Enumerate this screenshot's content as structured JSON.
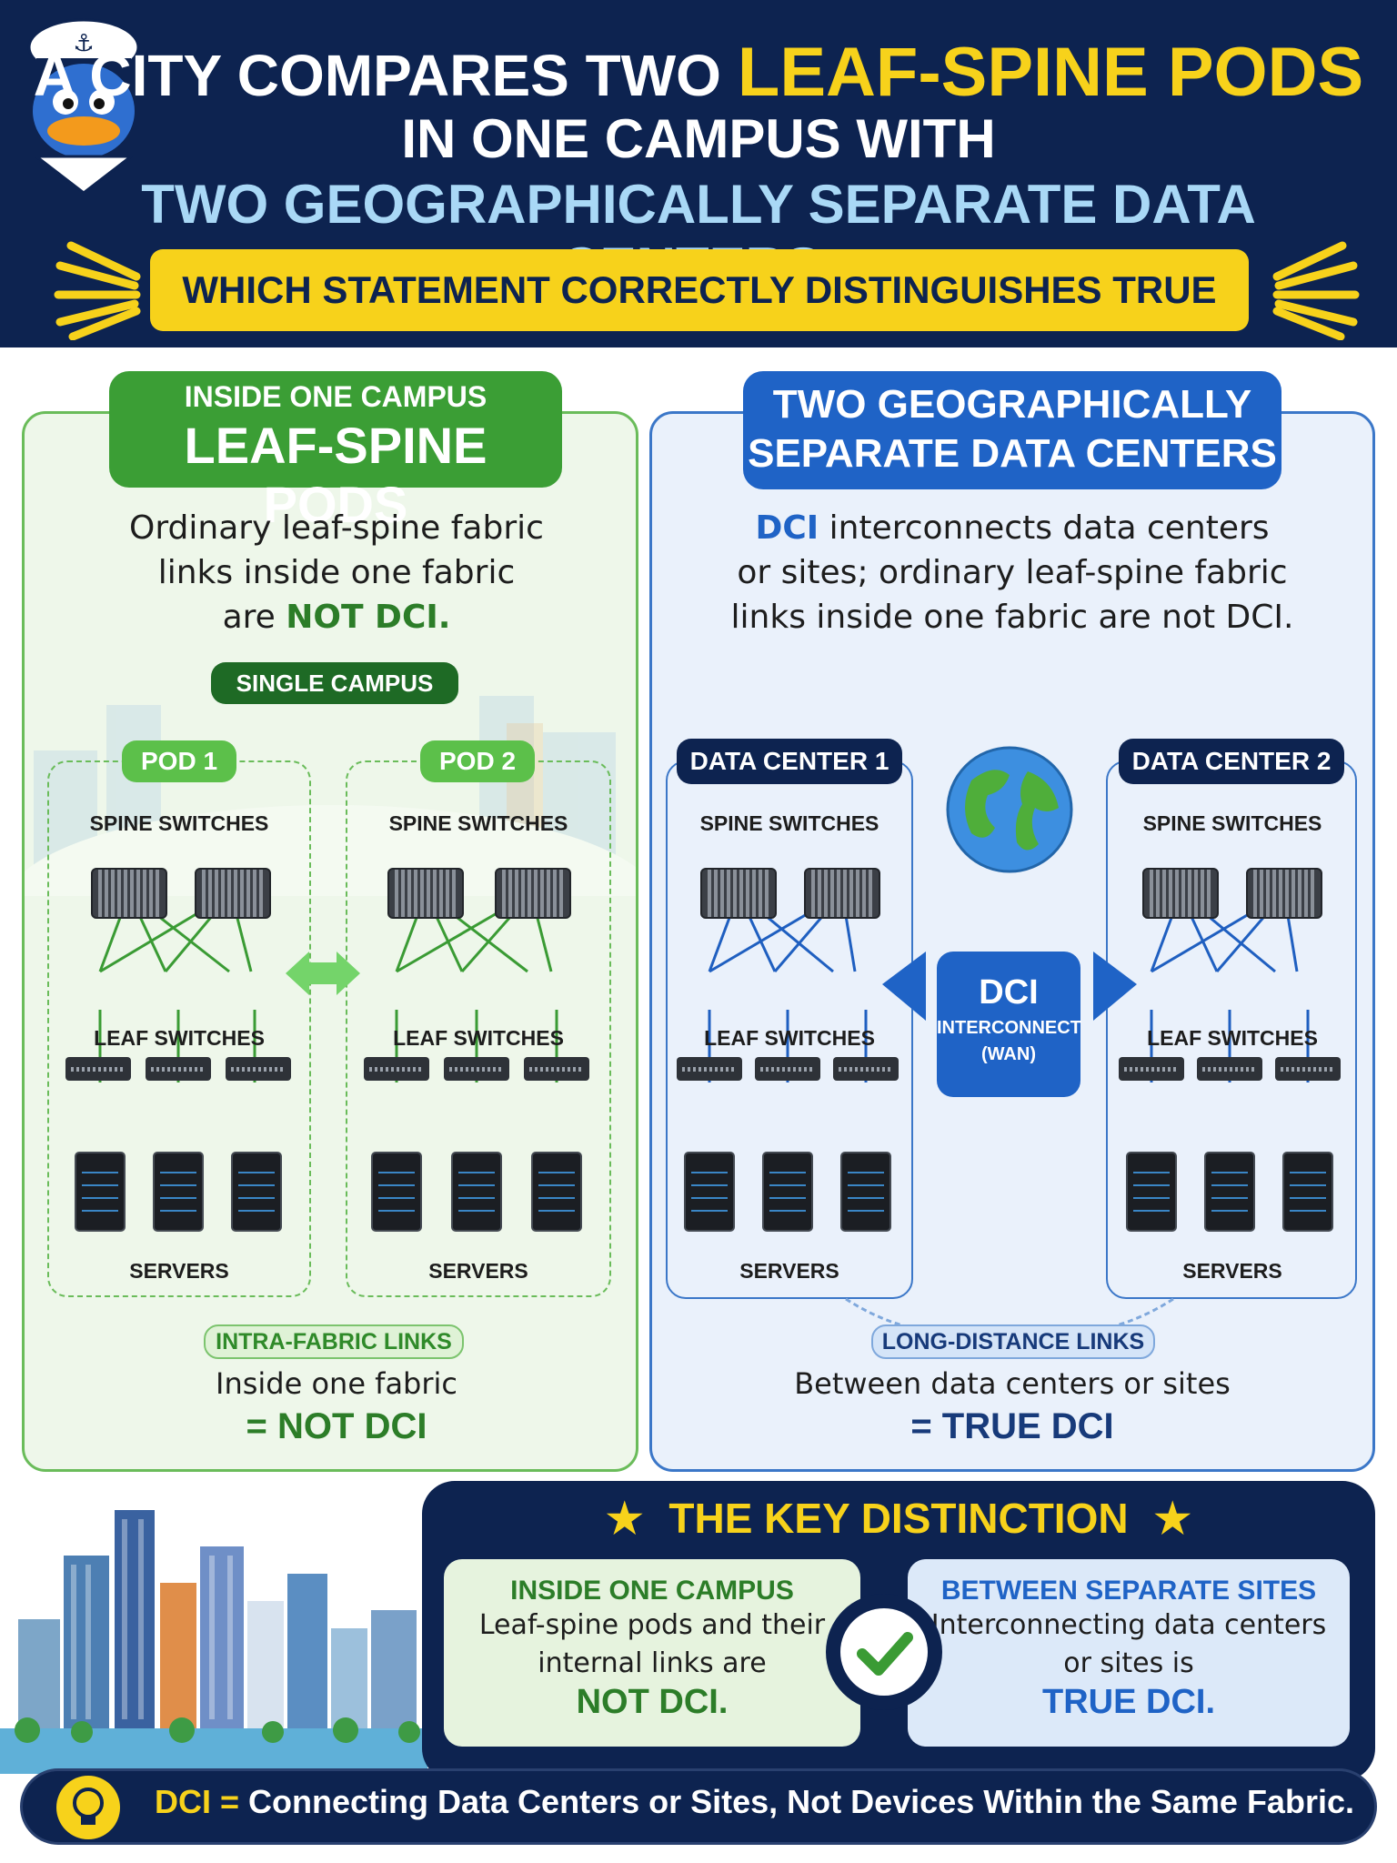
{
  "header": {
    "title_part1": "A CITY COMPARES TWO",
    "title_highlight": "LEAF-SPINE PODS",
    "title_line2": "IN ONE CAMPUS WITH",
    "title_line3": "TWO GEOGRAPHICALLY SEPARATE DATA CENTERS.",
    "question": "WHICH STATEMENT CORRECTLY DISTINGUISHES TRUE DCI?"
  },
  "left_panel": {
    "title_small": "INSIDE ONE CAMPUS",
    "title_big": "LEAF-SPINE PODS",
    "desc_line1": "Ordinary leaf-spine fabric",
    "desc_line2": "links inside one fabric",
    "desc_line3_pre": "are ",
    "desc_line3_hi": "NOT DCI.",
    "campus_label": "SINGLE CAMPUS",
    "pod1": "POD 1",
    "pod2": "POD 2",
    "spine_label": "SPINE SWITCHES",
    "leaf_label": "LEAF SWITCHES",
    "servers_label": "SERVERS",
    "links_badge": "INTRA-FABRIC LINKS",
    "links_desc": "Inside one fabric",
    "verdict": "= NOT DCI"
  },
  "right_panel": {
    "title_line1": "TWO GEOGRAPHICALLY",
    "title_line2": "SEPARATE DATA CENTERS",
    "desc_line1_hi": "DCI",
    "desc_line1_rest": " interconnects data centers",
    "desc_line2": "or sites; ordinary leaf-spine fabric",
    "desc_line3": "links inside one fabric are not DCI.",
    "dc1": "DATA CENTER 1",
    "dc2": "DATA CENTER 2",
    "spine_label": "SPINE SWITCHES",
    "leaf_label": "LEAF SWITCHES",
    "servers_label": "SERVERS",
    "dci_title": "DCI",
    "dci_sub1": "INTERCONNECT",
    "dci_sub2": "(WAN)",
    "links_badge": "LONG-DISTANCE LINKS",
    "links_desc": "Between data centers or sites",
    "verdict": "= TRUE DCI"
  },
  "key": {
    "title": "THE KEY DISTINCTION",
    "left_head": "INSIDE ONE CAMPUS",
    "left_body1": "Leaf-spine pods and their",
    "left_body2": "internal links are",
    "left_final": "NOT DCI.",
    "right_head": "BETWEEN SEPARATE SITES",
    "right_body1": "Interconnecting data centers",
    "right_body2": "or sites is",
    "right_final": "TRUE DCI."
  },
  "footer": {
    "prefix": "DCI =",
    "text": " Connecting Data Centers or Sites, Not Devices Within the Same Fabric."
  },
  "colors": {
    "navy": "#0d2350",
    "yellow": "#f7d21b",
    "green": "#3b9e35",
    "blue": "#1f63c6",
    "light_blue_text": "#a9d8f6"
  },
  "icons": [
    "sailor-duck-mascot",
    "sunburst-icon",
    "globe-icon",
    "double-arrow-icon",
    "star-icon",
    "check-icon",
    "lightbulb-icon",
    "city-skyline"
  ]
}
